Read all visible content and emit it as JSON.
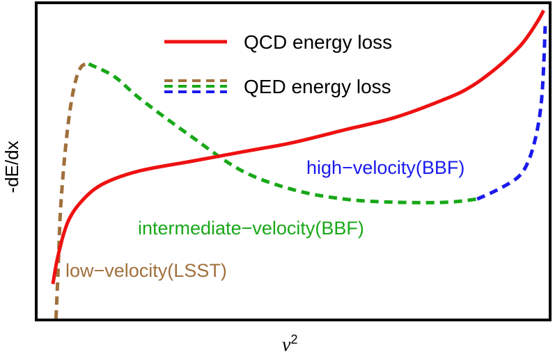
{
  "chart_data": {
    "type": "line",
    "title": "",
    "xlabel_base": "v",
    "xlabel_sup": "2",
    "ylabel": "-dE/dx",
    "axis_ticks": false,
    "grid": false,
    "legend_placement": "top-center",
    "legend": [
      {
        "name": "QCD energy loss",
        "style": "solid",
        "colors": [
          "#ee1111"
        ]
      },
      {
        "name": "QED energy loss",
        "style": "dashed",
        "colors": [
          "#a0703c",
          "#18a818",
          "#1a1aee"
        ]
      }
    ],
    "annotations": [
      {
        "text": "high−velocity(BBF)",
        "color": "#1a1aee"
      },
      {
        "text": "intermediate−velocity(BBF)",
        "color": "#18a818"
      },
      {
        "text": "low−velocity(LSST)",
        "color": "#a0703c"
      }
    ],
    "xlim": [
      0,
      1
    ],
    "ylim": [
      0,
      1
    ],
    "series": [
      {
        "name": "QCD energy loss",
        "style": "solid",
        "color": "#ee1111",
        "x": [
          0.03,
          0.04,
          0.06,
          0.09,
          0.13,
          0.2,
          0.3,
          0.4,
          0.5,
          0.6,
          0.7,
          0.8,
          0.85,
          0.9,
          0.94,
          0.96,
          0.98,
          0.99
        ],
        "y": [
          0.11,
          0.2,
          0.31,
          0.38,
          0.43,
          0.47,
          0.5,
          0.53,
          0.56,
          0.6,
          0.64,
          0.7,
          0.74,
          0.8,
          0.86,
          0.9,
          0.95,
          0.98
        ]
      },
      {
        "name": "QED low-velocity",
        "style": "dashed",
        "color": "#a0703c",
        "x": [
          0.036,
          0.04,
          0.045,
          0.055,
          0.065,
          0.075,
          0.085,
          0.095,
          0.1
        ],
        "y": [
          0.0,
          0.15,
          0.35,
          0.55,
          0.68,
          0.76,
          0.8,
          0.81,
          0.81
        ]
      },
      {
        "name": "QED intermediate-velocity",
        "style": "dashed",
        "color": "#18a818",
        "x": [
          0.1,
          0.15,
          0.2,
          0.3,
          0.4,
          0.5,
          0.6,
          0.7,
          0.8,
          0.86
        ],
        "y": [
          0.81,
          0.77,
          0.7,
          0.58,
          0.47,
          0.41,
          0.38,
          0.37,
          0.37,
          0.38
        ]
      },
      {
        "name": "QED high-velocity",
        "style": "dashed",
        "color": "#1a1aee",
        "x": [
          0.86,
          0.9,
          0.94,
          0.96,
          0.975,
          0.985,
          0.99,
          0.993
        ],
        "y": [
          0.38,
          0.41,
          0.45,
          0.5,
          0.58,
          0.68,
          0.8,
          0.93
        ]
      }
    ]
  }
}
